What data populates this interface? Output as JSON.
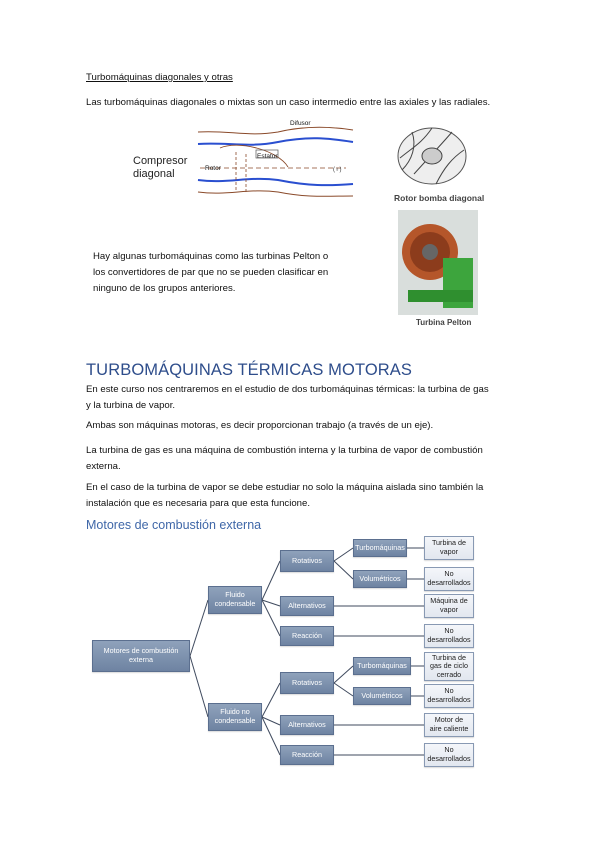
{
  "section1": {
    "subheading": "Turbomáquinas diagonales y otras",
    "intro": "Las turbomáquinas diagonales o mixtas son un caso intermedio entre las axiales y las radiales.",
    "compressor_figure": {
      "label_line1": "Compresor",
      "label_line2": "diagonal",
      "difusor": "Difusor",
      "estator": "Estator",
      "rotor": "Rotor"
    },
    "rotor_caption": "Rotor bomba diagonal",
    "pelton_caption": "Turbina Pelton",
    "pelton_text": [
      "Hay algunas turbomáquinas como las turbinas Pelton o",
      "los convertidores de par que no se pueden clasificar en",
      "ninguno de los grupos anteriores."
    ]
  },
  "section2": {
    "heading": "TURBOMÁQUINAS TÉRMICAS MOTORAS",
    "p1": [
      "En este curso nos centraremos en el estudio de dos turbomáquinas térmicas: la turbina de gas",
      "y la turbina de vapor."
    ],
    "p2": "Ambas son máquinas motoras, es decir proporcionan trabajo (a través de un eje).",
    "p3": [
      "La turbina de gas es una máquina de combustión interna y la turbina de vapor de combustión",
      "externa."
    ],
    "p4": [
      "En el caso de la turbina de vapor se debe estudiar no solo la máquina aislada sino también la",
      "instalación que es necesaria para que esta funcione."
    ]
  },
  "section3": {
    "heading": "Motores de combustión externa",
    "tree": {
      "root": [
        "Motores de combustión",
        "externa"
      ],
      "fluido_cond": [
        "Fluido",
        "condensable"
      ],
      "fluido_nocond": [
        "Fluido no",
        "condensable"
      ],
      "rotativos": "Rotativos",
      "alternativos": "Alternativos",
      "reaccion": "Reacción",
      "turbomaquinas": "Turbomáquinas",
      "volumetricos": "Volumétricos",
      "turbina_vapor": [
        "Turbina de",
        "vapor"
      ],
      "no_desarrollados": [
        "No",
        "desarrollados"
      ],
      "maquina_vapor": [
        "Máquina de",
        "vapor"
      ],
      "turbina_gas": [
        "Turbina de",
        "gas de ciclo",
        "cerrado"
      ],
      "motor_aire": [
        "Motor de",
        "aire caliente"
      ]
    }
  }
}
